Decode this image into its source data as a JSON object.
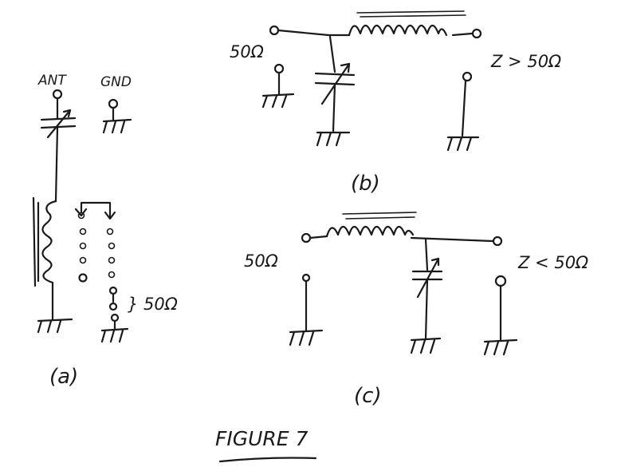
{
  "labels": {
    "ant": "ANT",
    "gnd": "GND",
    "a_imp": "} 50Ω",
    "a_caption": "(a)",
    "b_in": "50Ω",
    "b_out": "Z > 50Ω",
    "b_caption": "(b)",
    "c_in": "50Ω",
    "c_out": "Z < 50Ω",
    "c_caption": "(c)",
    "figure_title": "FIGURE 7"
  }
}
